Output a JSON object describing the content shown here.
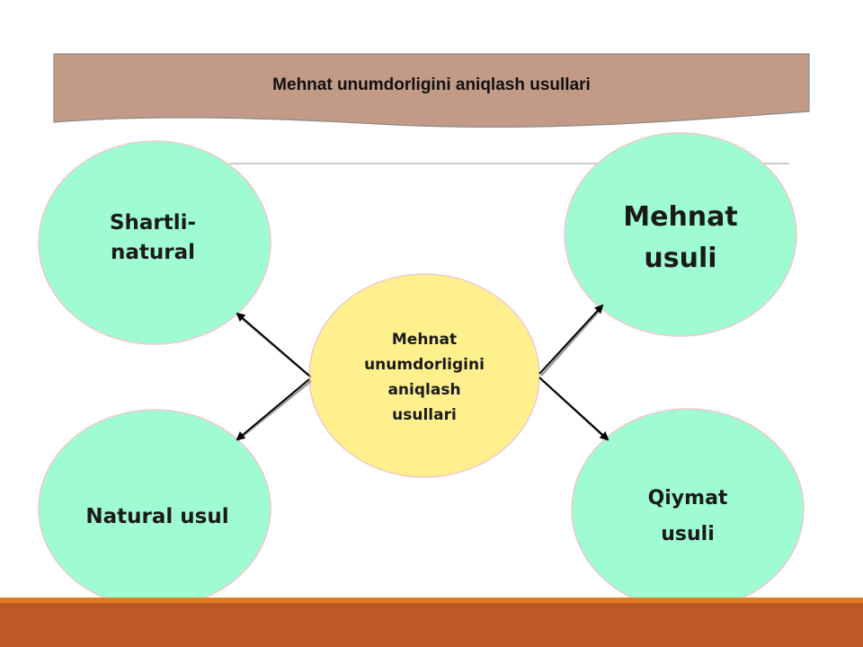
{
  "banner": {
    "title": "Mehnat unumdorligini aniqlash usullari"
  },
  "center": {
    "lines": [
      "Mehnat",
      "unumdorligini",
      "aniqlash",
      "usullari"
    ]
  },
  "nodes": {
    "shartli_natural": {
      "lines": [
        "Shartli-",
        "natural"
      ]
    },
    "natural_usul": {
      "lines": [
        "Natural usul"
      ]
    },
    "mehnat_usuli": {
      "lines": [
        "Mehnat",
        "usuli"
      ]
    },
    "qiymat_usuli": {
      "lines": [
        "Qiymat",
        "usuli"
      ]
    }
  },
  "colors": {
    "banner_fill": "#c39a86",
    "node_fill": "#9ffcd2",
    "center_fill": "#fff08e",
    "node_stroke": "#f0c8cc",
    "bar_orange": "#e27a22",
    "bar_brown": "#bd5928"
  }
}
